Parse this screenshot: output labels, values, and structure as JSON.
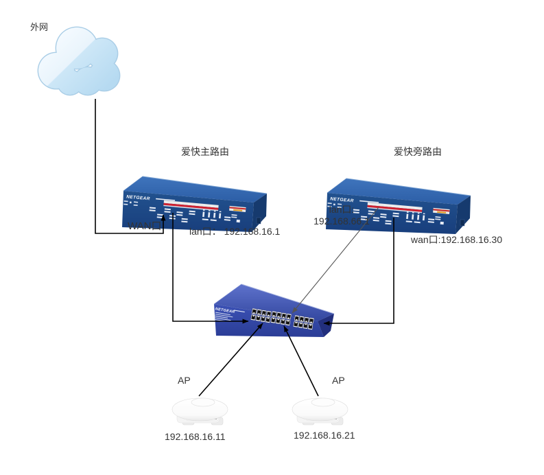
{
  "diagram": {
    "external_network": {
      "label": "外网"
    },
    "main_router": {
      "title": "爱快主路由",
      "brand": "NETGEAR",
      "wan_port_label": "WAN口",
      "lan_label": "lan口： 192.168.16.1"
    },
    "side_router": {
      "title": "爱快旁路由",
      "brand": "NETGEAR",
      "lan_label_line1": "lan口:",
      "lan_label_line2": "192.168.66.1",
      "wan_label": "wan口:192.168.16.30"
    },
    "switch": {
      "brand": "NETGEAR"
    },
    "access_points": [
      {
        "label": "AP",
        "ip": "192.168.16.11"
      },
      {
        "label": "AP",
        "ip": "192.168.16.21"
      }
    ],
    "colors": {
      "router_top_blue": "#3a6fb5",
      "router_front_blue": "#1d4886",
      "switch_blue": "#3b51b5",
      "stripe_red": "#cc2229",
      "stripe_yellow": "#e8a020",
      "cloud_blue": "#cde7f7",
      "line_black": "#000000",
      "line_gray": "#666666",
      "label_text": "#333333"
    }
  }
}
